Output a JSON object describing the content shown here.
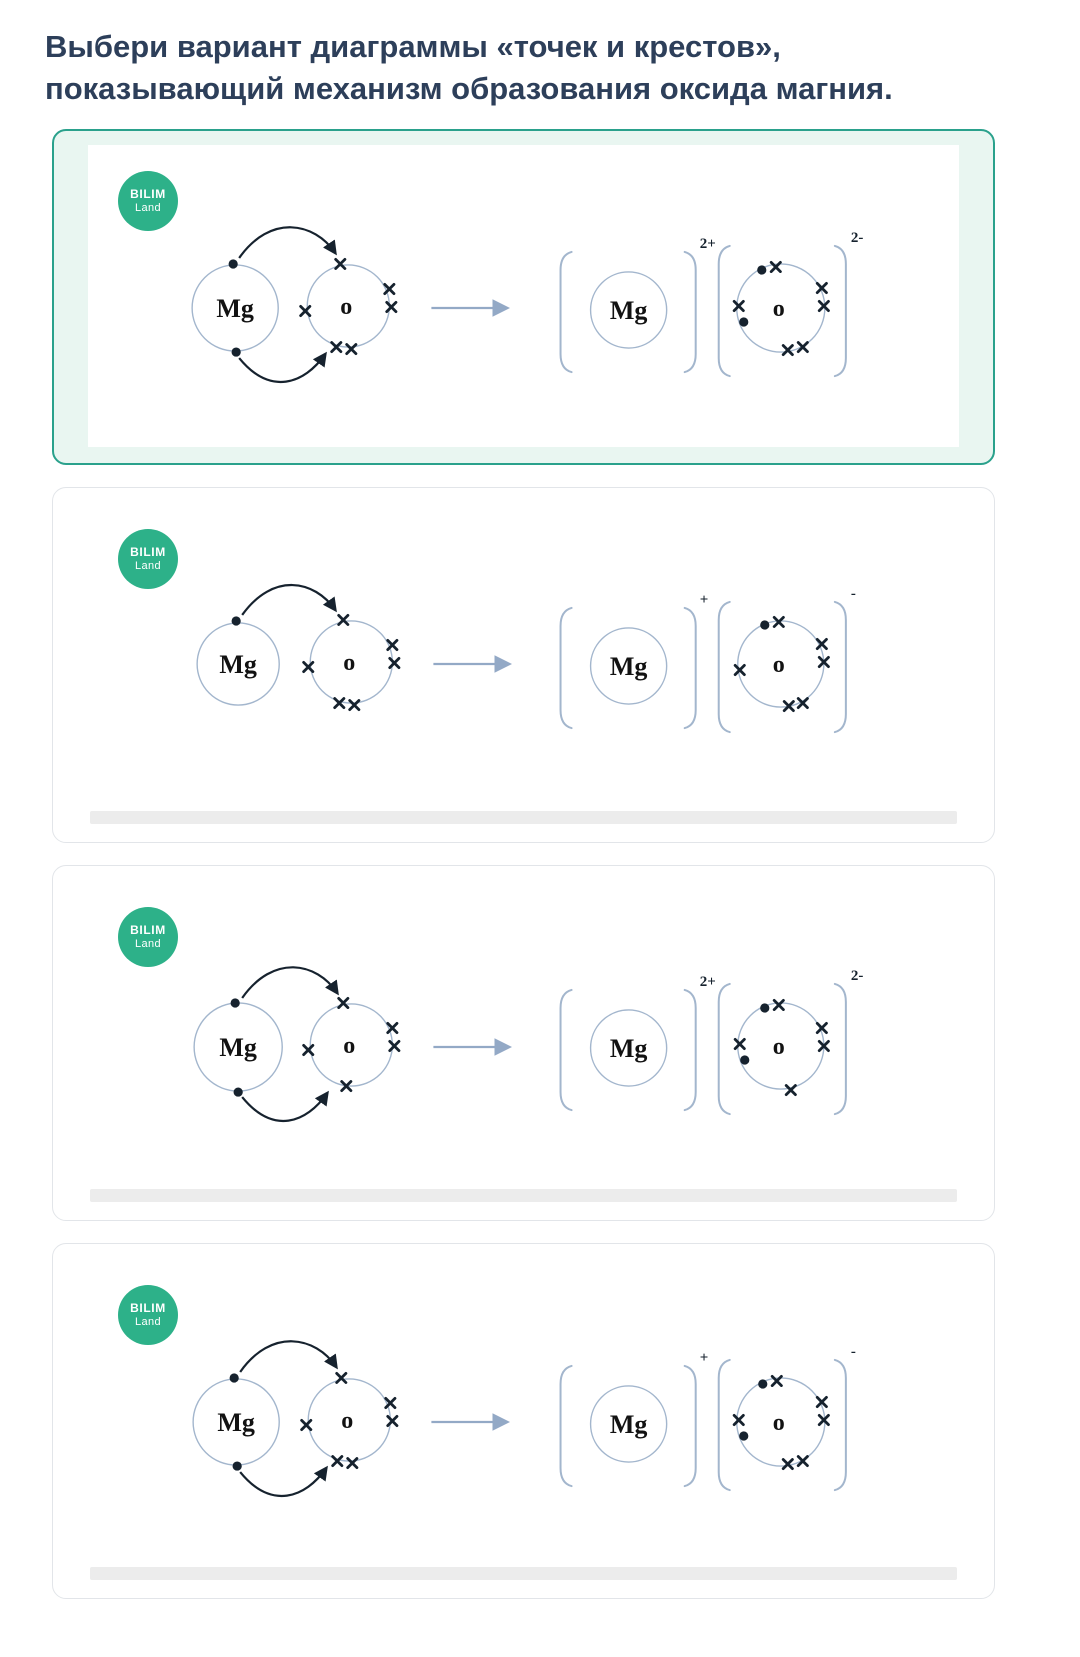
{
  "question": "Выбери вариант диаграммы «точек и крестов», показывающий механизм образования оксида магния.",
  "logo": {
    "line1": "BILIM",
    "line2": "Land"
  },
  "colors": {
    "accent_teal": "#2aa18c",
    "selected_card_bg": "#e9f6f1",
    "title_text": "#2d3f5a",
    "logo_green": "#2db189",
    "diagram_stroke": "#a3b6cd"
  },
  "options": [
    {
      "id": 1,
      "selected": true,
      "mg_label": "Mg",
      "o_label": "o",
      "mg_charge": "2+",
      "o_charge": "2-",
      "transfer_arrows": 2
    },
    {
      "id": 2,
      "selected": false,
      "mg_label": "Mg",
      "o_label": "o",
      "mg_charge": "+",
      "o_charge": "-",
      "transfer_arrows": 1
    },
    {
      "id": 3,
      "selected": false,
      "mg_label": "Mg",
      "o_label": "o",
      "mg_charge": "2+",
      "o_charge": "2-",
      "transfer_arrows": 2
    },
    {
      "id": 4,
      "selected": false,
      "mg_label": "Mg",
      "o_label": "o",
      "mg_charge": "+",
      "o_charge": "-",
      "transfer_arrows": 2
    }
  ]
}
